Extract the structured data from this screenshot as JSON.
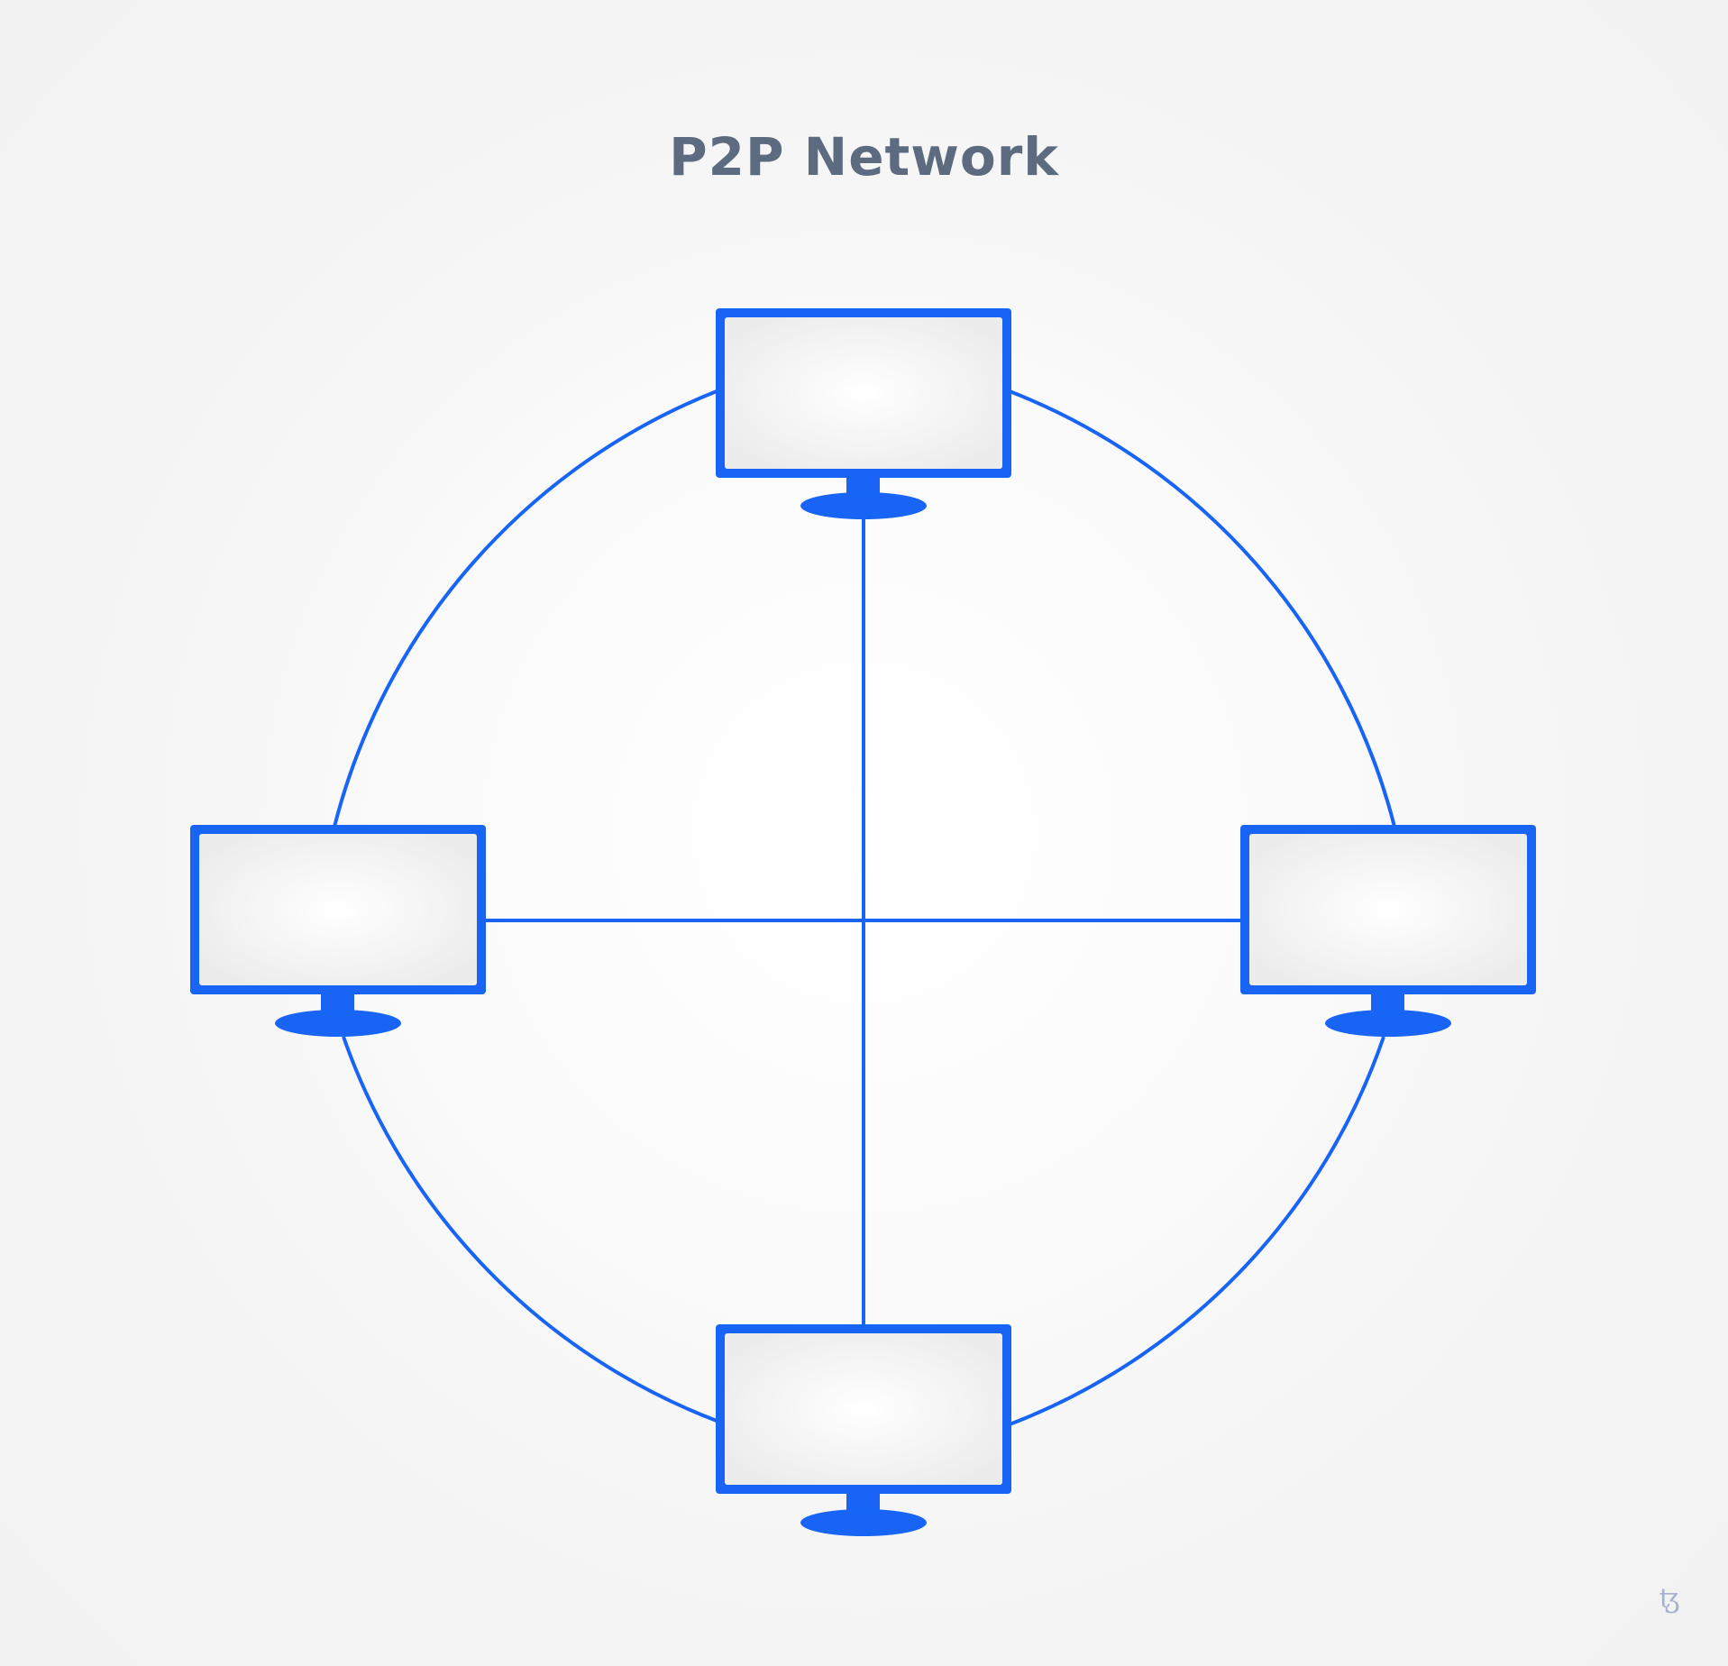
{
  "title": "P2P Network",
  "colors": {
    "accent": "#1764f5",
    "title": "#5c6b80",
    "screen": "#f2f2f2"
  },
  "nodes": [
    {
      "name": "computer-top",
      "icon": "monitor-icon"
    },
    {
      "name": "computer-left",
      "icon": "monitor-icon"
    },
    {
      "name": "computer-right",
      "icon": "monitor-icon"
    },
    {
      "name": "computer-bottom",
      "icon": "monitor-icon"
    }
  ],
  "edges": [
    {
      "from": "computer-top",
      "to": "computer-right",
      "style": "arc"
    },
    {
      "from": "computer-right",
      "to": "computer-bottom",
      "style": "arc"
    },
    {
      "from": "computer-bottom",
      "to": "computer-left",
      "style": "arc"
    },
    {
      "from": "computer-left",
      "to": "computer-top",
      "style": "arc"
    },
    {
      "from": "computer-top",
      "to": "computer-bottom",
      "style": "straight"
    },
    {
      "from": "computer-left",
      "to": "computer-right",
      "style": "straight"
    }
  ],
  "watermark": {
    "text": "ꜩ",
    "icon": "tezos-logo-icon"
  }
}
